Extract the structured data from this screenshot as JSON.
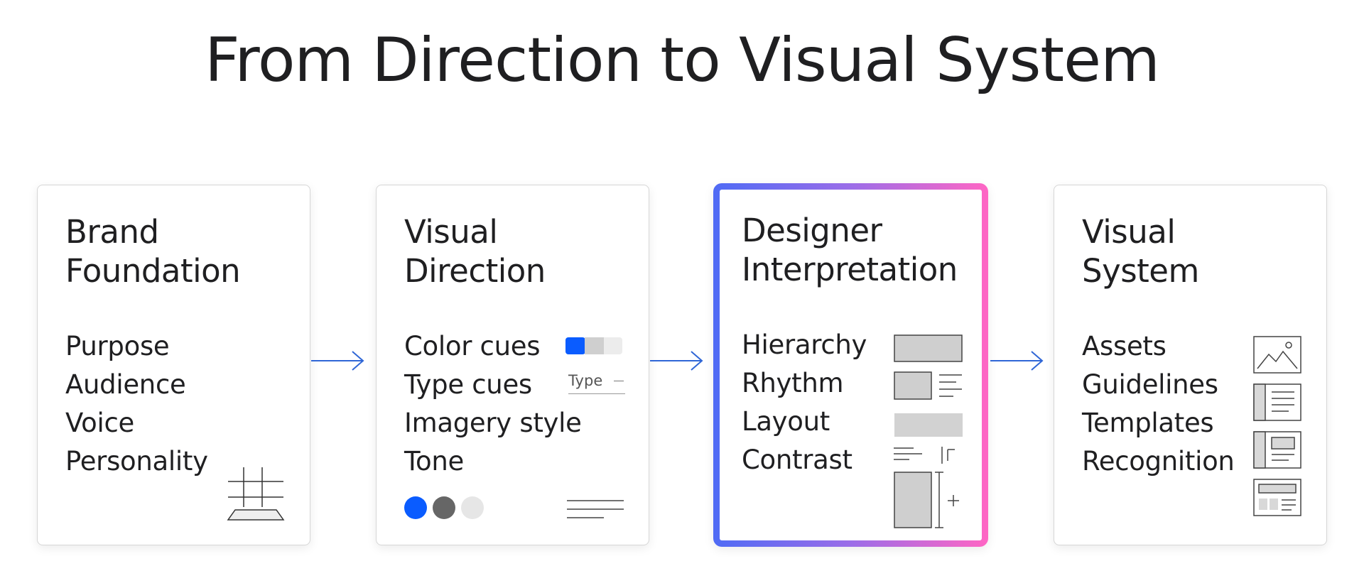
{
  "title": "From Direction to Visual System",
  "colors": {
    "accent_blue": "#0a5cff",
    "arrow": "#2f66d6",
    "gradient_start": "#4f6bf5",
    "gradient_end": "#ff66c4"
  },
  "steps": [
    {
      "title": "Brand\nFoundation",
      "items": [
        "Purpose",
        "Audience",
        "Voice",
        "Personality"
      ],
      "icon": "grid-plane-icon"
    },
    {
      "title": "Visual\nDirection",
      "items": [
        "Color cues",
        "Type cues",
        "Imagery style",
        "Tone"
      ],
      "type_sample": "Type",
      "icons": [
        "color-swatch-icon",
        "type-sample-icon",
        "color-dots-icon",
        "text-lines-icon"
      ]
    },
    {
      "title": "Designer\nInterpretation",
      "items": [
        "Hierarchy",
        "Rhythm",
        "Layout",
        "Contrast"
      ],
      "highlighted": true,
      "icons": [
        "hierarchy-block-icon",
        "rhythm-block-icon",
        "layout-bar-icon",
        "contrast-icon"
      ]
    },
    {
      "title": "Visual\nSystem",
      "items": [
        "Assets",
        "Guidelines",
        "Templates",
        "Recognition"
      ],
      "icons": [
        "image-asset-icon",
        "guideline-page-icon",
        "template-page-icon",
        "recognition-card-icon"
      ]
    }
  ]
}
